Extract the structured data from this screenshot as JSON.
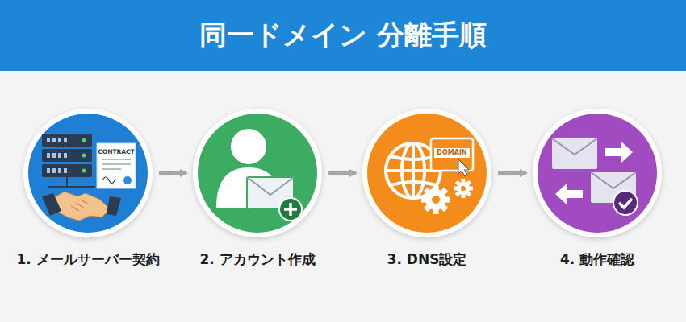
{
  "diagram": {
    "title": "同一ドメイン 分離手順",
    "nodes": [
      {
        "text": [
          "1. メールサーバー契約"
        ]
      },
      {
        "text": [
          "2. アカウント作成"
        ]
      },
      {
        "text": [
          "3. DNS設定"
        ]
      },
      {
        "text": [
          "4. 動作確認"
        ]
      }
    ],
    "edges": [
      {
        "from": 0,
        "to": 1,
        "arrow": "to"
      },
      {
        "from": 1,
        "to": 2,
        "arrow": "to"
      },
      {
        "from": 2,
        "to": 3,
        "arrow": "to"
      }
    ],
    "labels": [
      "CONTRACT",
      "DOMAIN"
    ]
  }
}
